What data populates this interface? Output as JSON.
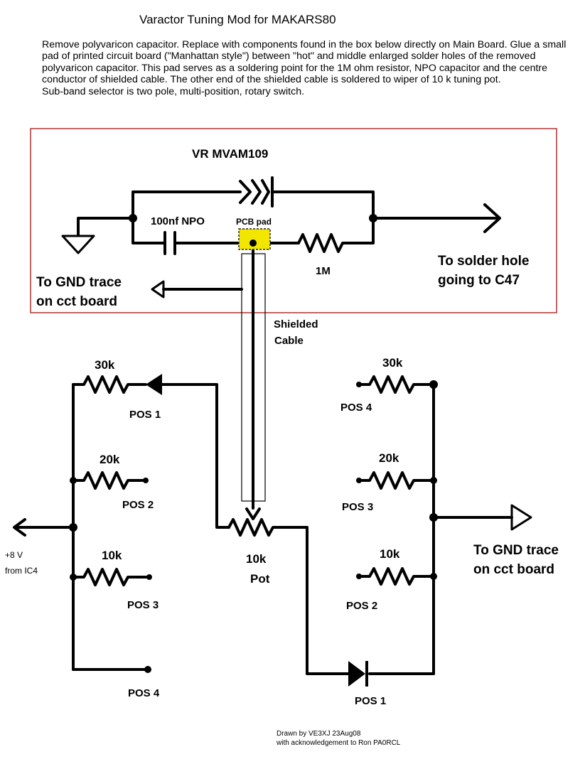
{
  "title": "Varactor Tuning Mod for MAKARS80",
  "intro": {
    "p1": "Remove polyvaricon capacitor.  Replace with components found in the box below directly on Main Board.  Glue a small pad of printed circuit board (\"Manhattan style\") between \"hot\" and middle enlarged solder holes of the removed polyvaricon capacitor.  This pad serves as a soldering point for the 1M ohm resistor, NPO capacitor and the centre conductor of shielded cable.  The other end of the shielded cable is soldered to wiper of 10 k tuning pot.",
    "p2": "Sub-band selector is two pole, multi-position, rotary switch."
  },
  "labels": {
    "varactor": "VR MVAM109",
    "capacitor": "100nf NPO",
    "pcb_pad": "PCB pad",
    "resistor_1m": "1M",
    "to_c47_line1": "To solder hole",
    "to_c47_line2": "going to C47",
    "gnd_top_line1": "To GND trace",
    "gnd_top_line2": "on cct board",
    "shielded_line1": "Shielded",
    "shielded_line2": "Cable",
    "pot_value": "10k",
    "pot_label": "Pot",
    "supply_line1": "+8 V",
    "supply_line2": "from IC4",
    "gnd_right_line1": "To GND trace",
    "gnd_right_line2": "on cct board"
  },
  "left_bank": [
    {
      "value": "30k",
      "position": "POS 1"
    },
    {
      "value": "20k",
      "position": "POS 2"
    },
    {
      "value": "10k",
      "position": "POS 3"
    },
    {
      "value": "",
      "position": "POS 4"
    }
  ],
  "right_bank": [
    {
      "value": "30k",
      "position": "POS 4"
    },
    {
      "value": "20k",
      "position": "POS 3"
    },
    {
      "value": "10k",
      "position": "POS 2"
    },
    {
      "value": "",
      "position": "POS 1"
    }
  ],
  "credit": {
    "line1": "Drawn by VE3XJ 23Aug08",
    "line2": "with acknowledgement to Ron PA0RCL"
  },
  "colors": {
    "box_border": "#b03030",
    "pcb_pad": "#f2e600",
    "wire": "#000000"
  }
}
